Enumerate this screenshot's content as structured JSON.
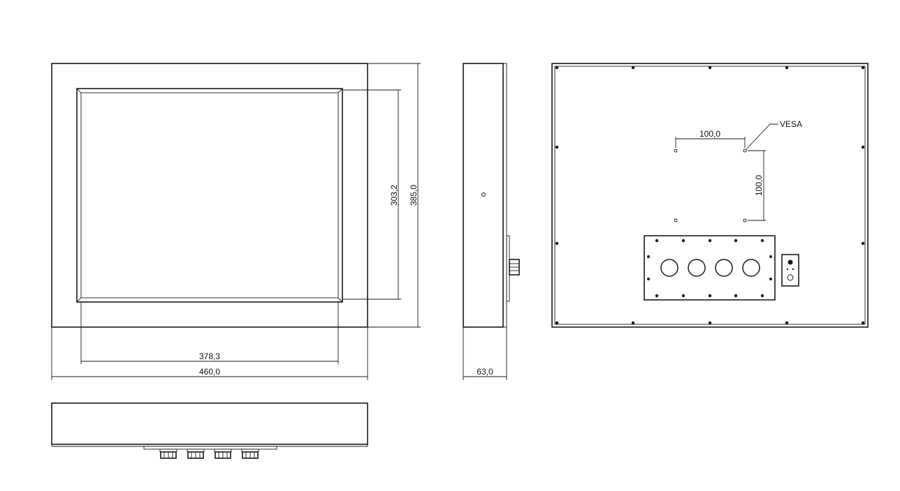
{
  "front_view": {
    "width_label": "460,0",
    "display_width_label": "378,3",
    "height_label": "385,0",
    "display_height_label": "303,2"
  },
  "side_view": {
    "depth_label": "63,0"
  },
  "rear_view": {
    "vesa_label": "VESA",
    "vesa_horizontal_label": "100,0",
    "vesa_vertical_label": "100,0"
  },
  "colors": {
    "line": "#1a1a1a",
    "background": "#ffffff"
  }
}
